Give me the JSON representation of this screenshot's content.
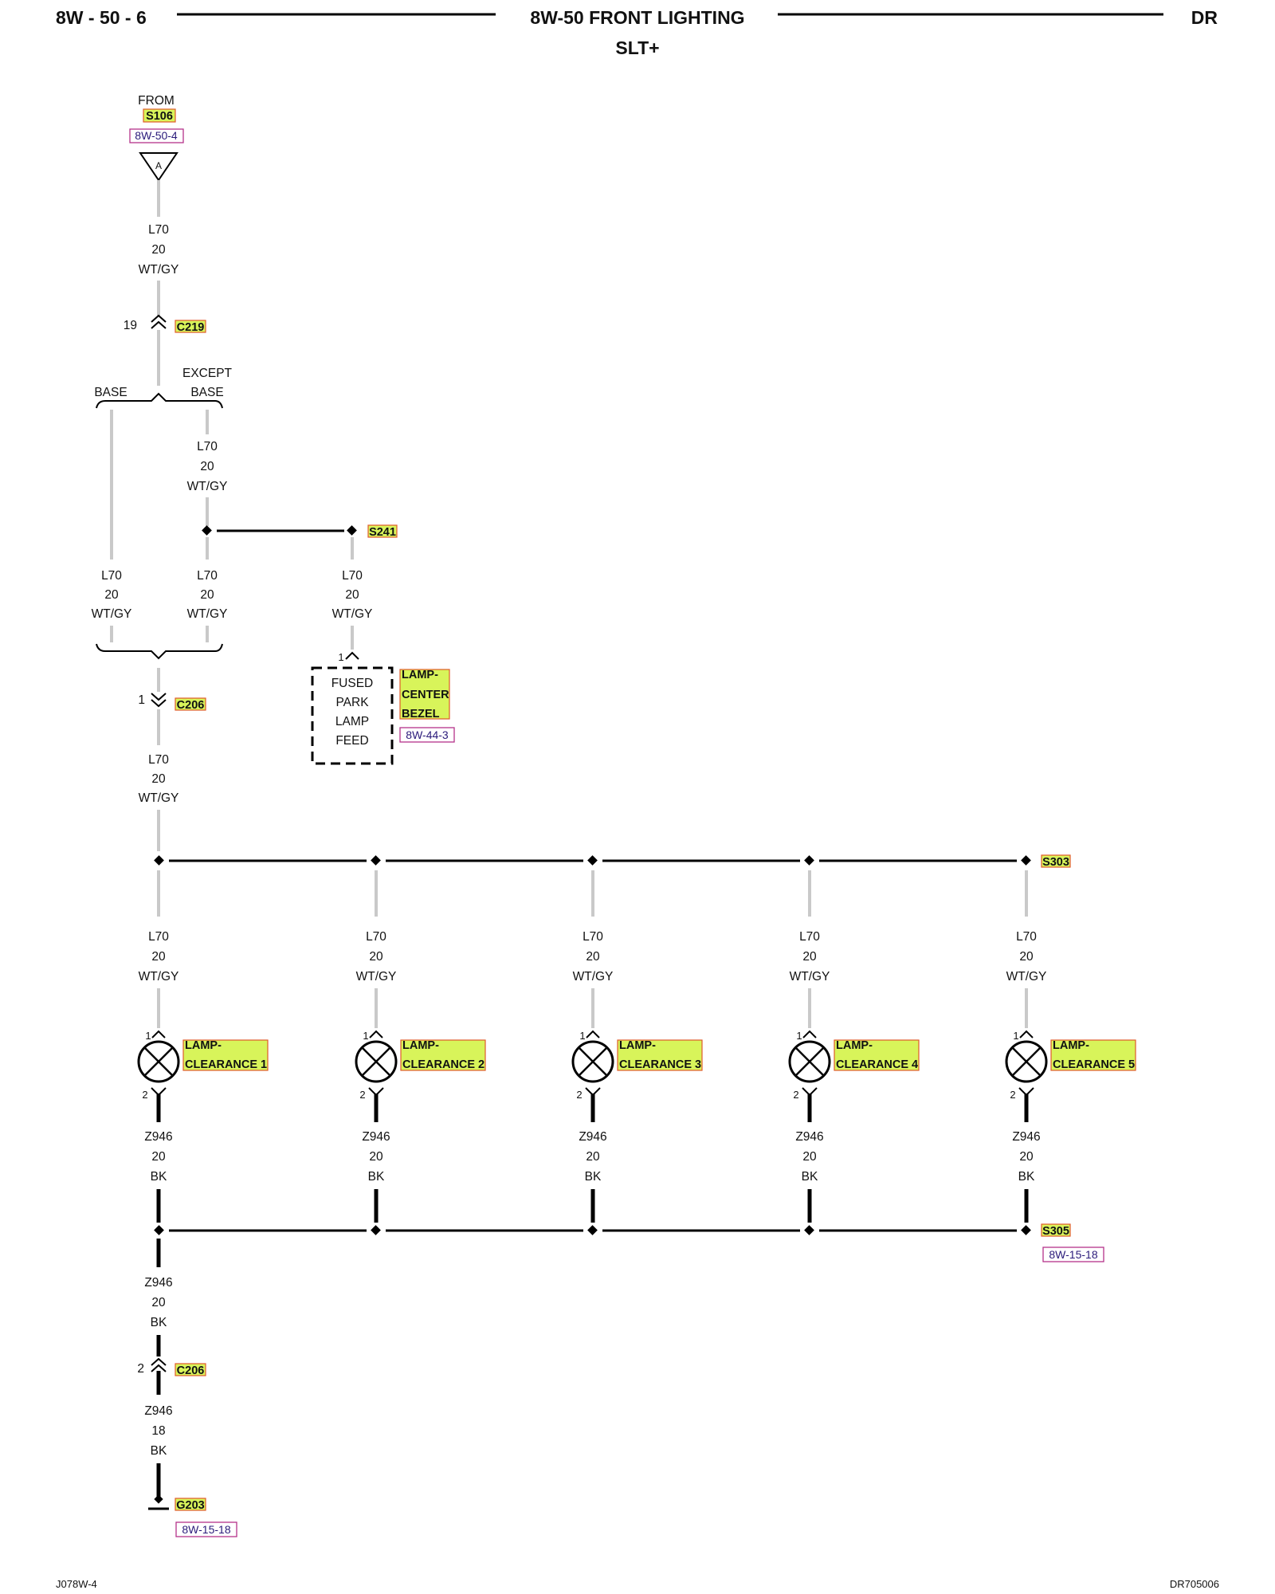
{
  "header": {
    "page_code": "8W - 50 - 6",
    "title": "8W-50 FRONT LIGHTING",
    "subtitle": "SLT+",
    "model": "DR"
  },
  "footer": {
    "left": "J078W-4",
    "right": "DR705006"
  },
  "source": {
    "from_label": "FROM",
    "splice": "S106",
    "ref": "8W-50-4",
    "connector_letter": "A"
  },
  "connectors": {
    "c219": {
      "name": "C219",
      "pin": "19"
    },
    "c206_upper": {
      "name": "C206",
      "pin": "1"
    },
    "c206_lower": {
      "name": "C206",
      "pin": "2"
    }
  },
  "options": {
    "base": "BASE",
    "except_line1": "EXCEPT",
    "except_line2": "BASE"
  },
  "splices": {
    "s241": "S241",
    "s303": "S303",
    "s305": "S305",
    "s305_ref": "8W-15-18"
  },
  "wire_l70": {
    "circuit": "L70",
    "gauge": "20",
    "color": "WT/GY"
  },
  "wire_z946": {
    "circuit": "Z946",
    "gauge": "20",
    "color": "BK"
  },
  "wire_z946_18": {
    "circuit": "Z946",
    "gauge": "18",
    "color": "BK"
  },
  "bezel": {
    "pin": "1",
    "box_lines": [
      "FUSED",
      "PARK",
      "LAMP",
      "FEED"
    ],
    "label_lines": [
      "LAMP-",
      "CENTER",
      "BEZEL"
    ],
    "ref": "8W-44-3"
  },
  "lamps": [
    {
      "line1": "LAMP-",
      "line2": "CLEARANCE 1",
      "pin_top": "1",
      "pin_bottom": "2"
    },
    {
      "line1": "LAMP-",
      "line2": "CLEARANCE 2",
      "pin_top": "1",
      "pin_bottom": "2"
    },
    {
      "line1": "LAMP-",
      "line2": "CLEARANCE 3",
      "pin_top": "1",
      "pin_bottom": "2"
    },
    {
      "line1": "LAMP-",
      "line2": "CLEARANCE 4",
      "pin_top": "1",
      "pin_bottom": "2"
    },
    {
      "line1": "LAMP-",
      "line2": "CLEARANCE 5",
      "pin_top": "1",
      "pin_bottom": "2"
    }
  ],
  "ground": {
    "name": "G203",
    "ref": "8W-15-18"
  },
  "colors": {
    "highlight_fill": "#d8f45a",
    "highlight_border": "#e05a2a",
    "ref_border": "#b5338a",
    "wire_gray": "#c9c9c9",
    "wire_black": "#000000"
  }
}
